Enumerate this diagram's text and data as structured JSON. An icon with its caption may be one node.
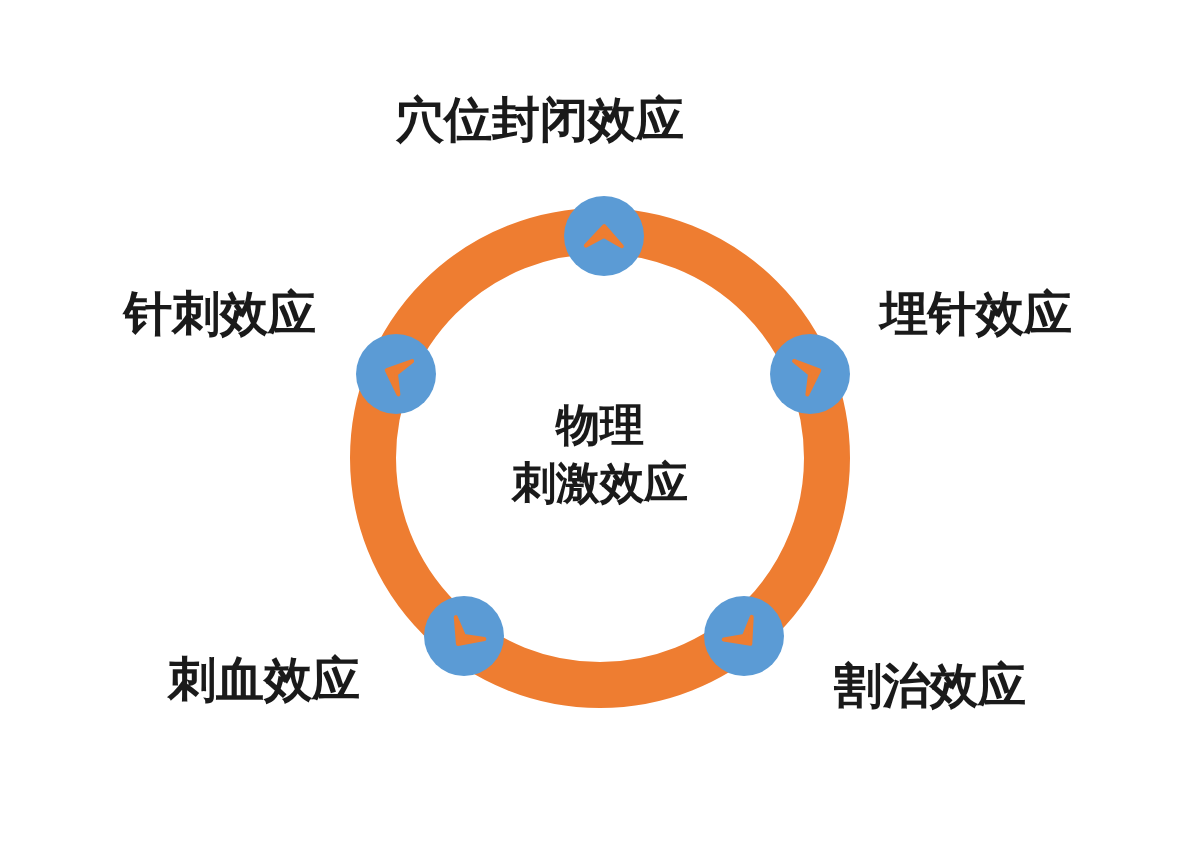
{
  "diagram": {
    "nodes": [
      {
        "text": [
          "物理刺激效应"
        ]
      }
    ],
    "labels": [
      "穴位封闭效应",
      "针刺效应",
      "埋针效应",
      "刺血效应",
      "割治效应"
    ]
  }
}
